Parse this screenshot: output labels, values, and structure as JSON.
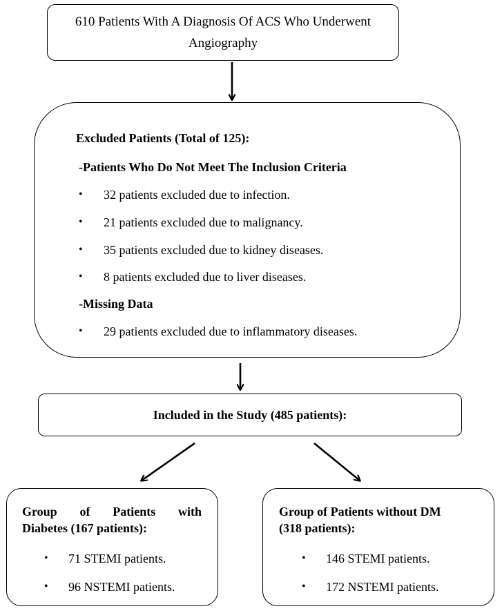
{
  "top_box": {
    "text": "610 Patients With A Diagnosis Of ACS Who Underwent Angiography"
  },
  "excluded": {
    "title": "Excluded Patients (Total of 125):",
    "section1_heading": "-Patients Who Do Not Meet The Inclusion Criteria",
    "section1_items": [
      "32 patients excluded due to infection.",
      "21 patients excluded due to malignancy.",
      "35 patients excluded due to kidney diseases.",
      "8 patients excluded due to liver diseases."
    ],
    "section2_heading": "-Missing Data",
    "section2_items": [
      "29 patients excluded due to inflammatory diseases."
    ]
  },
  "included": {
    "text": "Included in the Study (485 patients):"
  },
  "left_group": {
    "title_line1_words": [
      "Group",
      "of",
      "Patients",
      "with"
    ],
    "title_line2": "Diabetes (167 patients):",
    "items": [
      "71 STEMI patients.",
      "96 NSTEMI patients."
    ]
  },
  "right_group": {
    "title_line1": "Group of Patients without DM",
    "title_line2": "(318 patients):",
    "items": [
      "146 STEMI patients.",
      "172 NSTEMI patients."
    ]
  },
  "bullet_glyph": "•"
}
